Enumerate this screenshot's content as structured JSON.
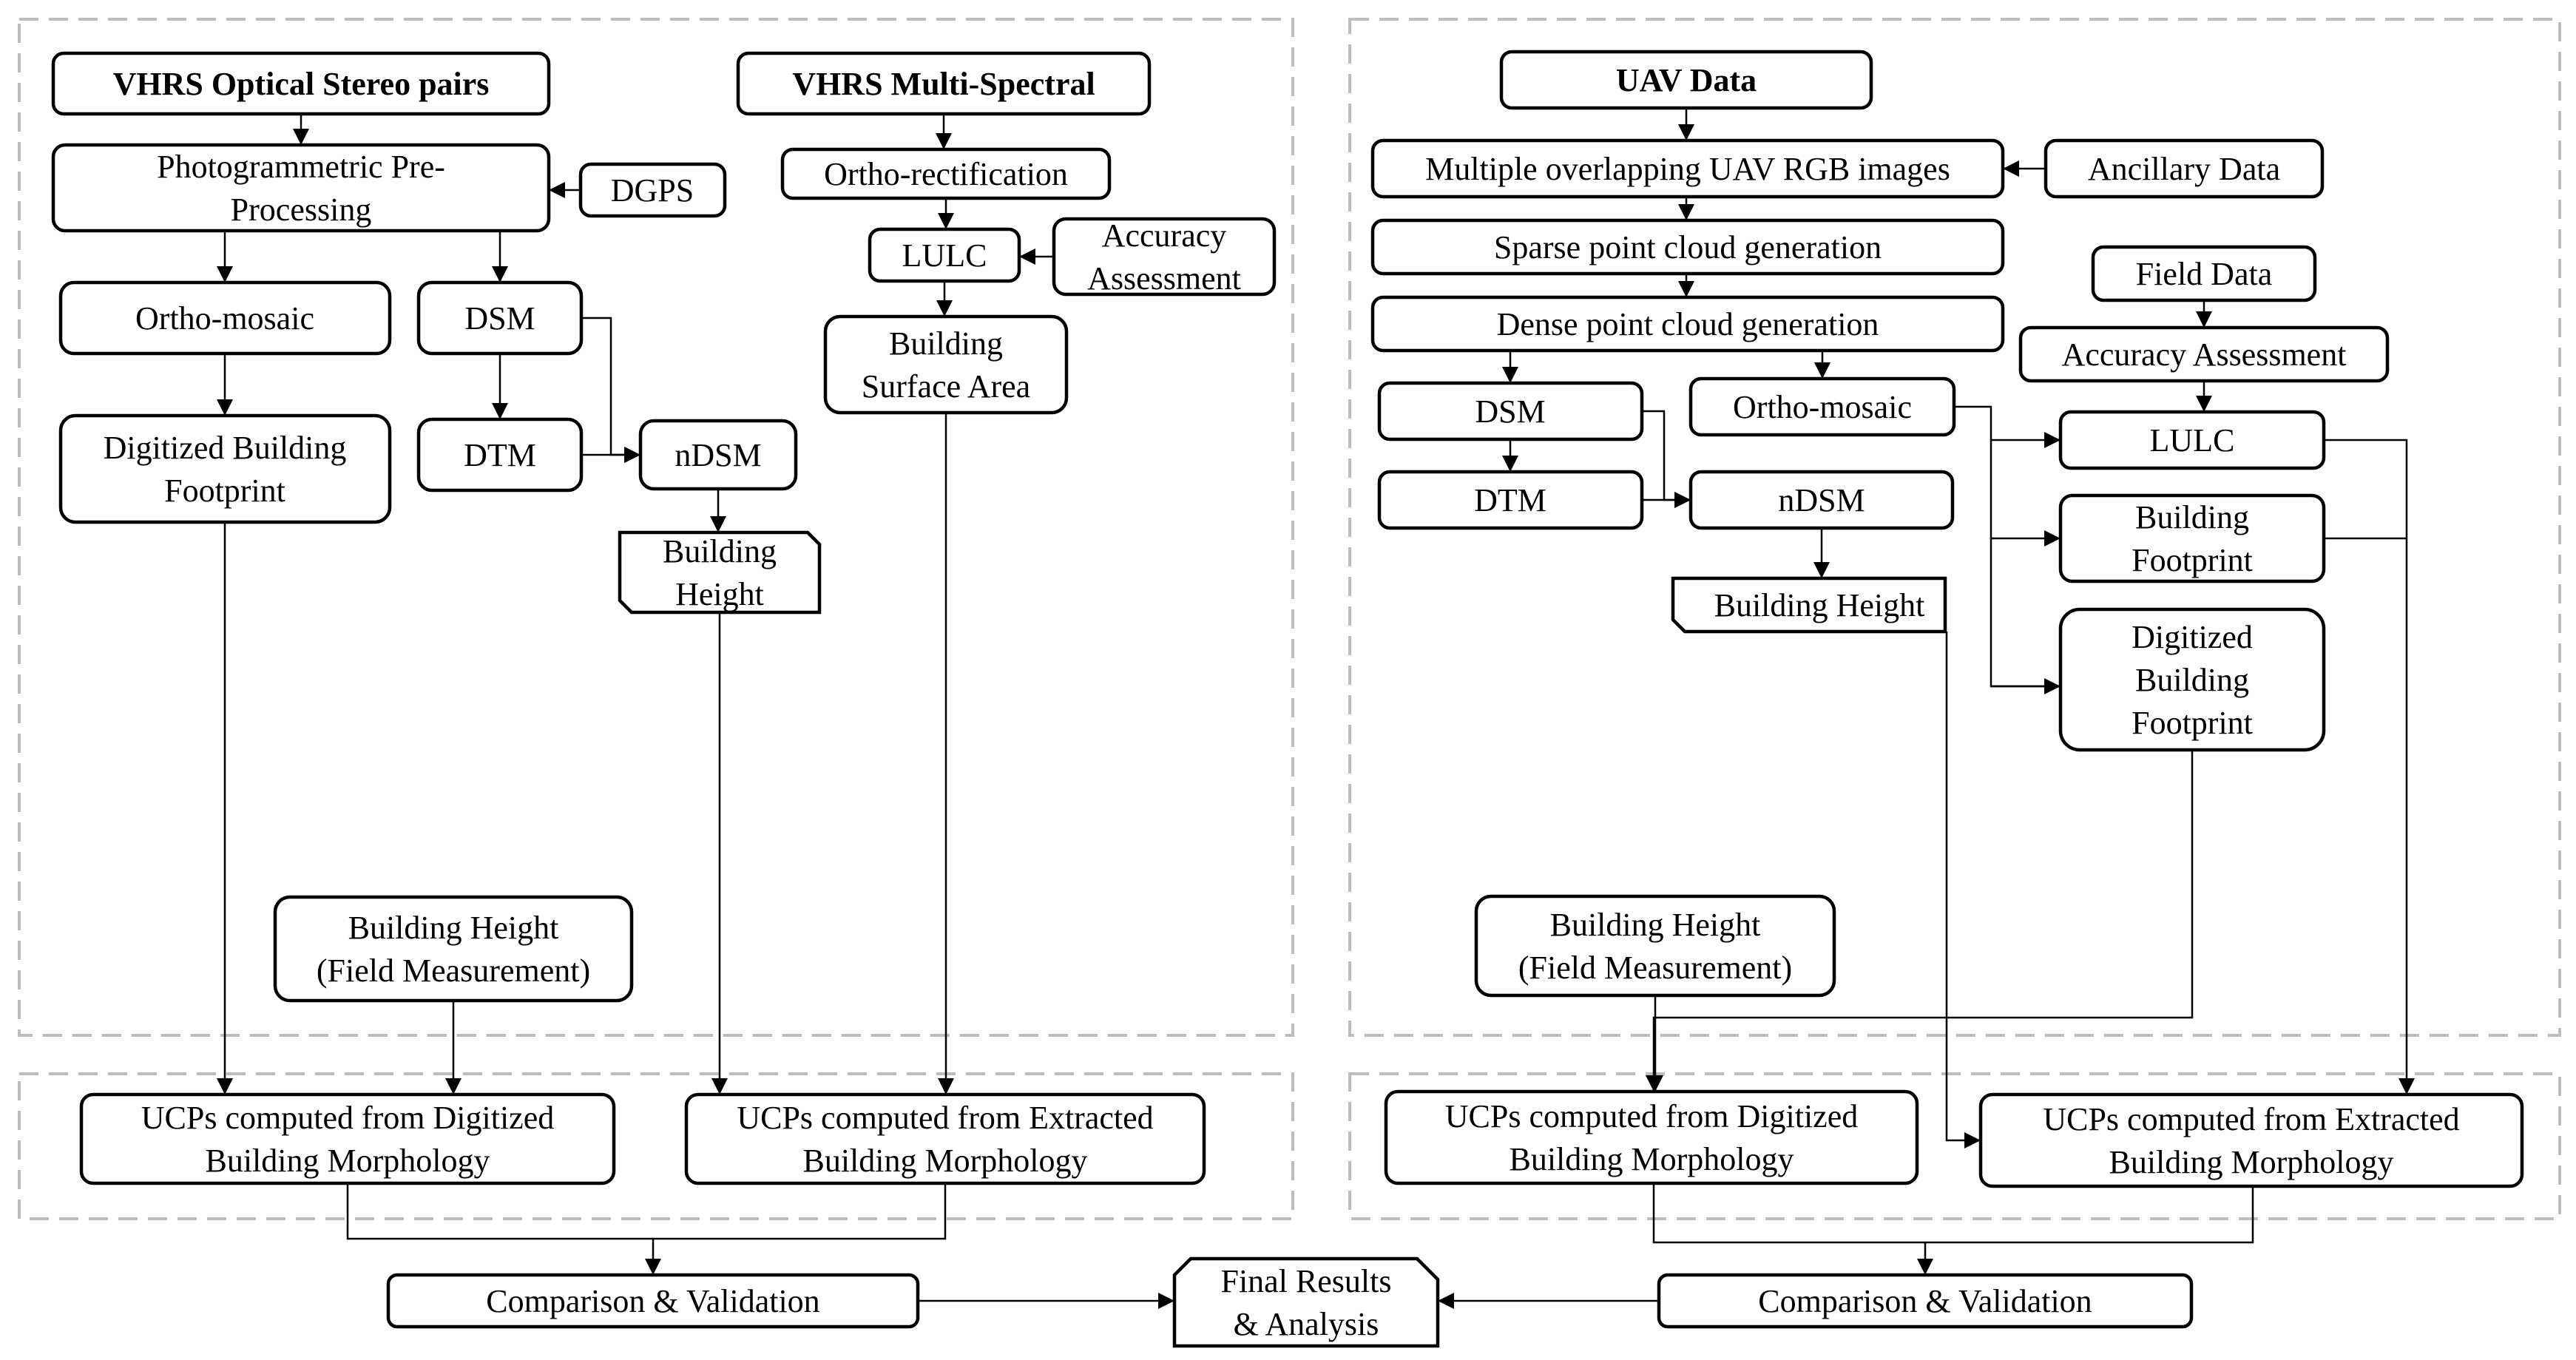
{
  "nodes": {
    "vhrs_stereo": [
      "VHRS Optical Stereo pairs"
    ],
    "photogrammetric": [
      "Photogrammetric Pre-",
      "Processing"
    ],
    "dgps": [
      "DGPS"
    ],
    "ortho_mosaic_left": [
      "Ortho-mosaic"
    ],
    "dsm_left": [
      "DSM"
    ],
    "dtm_left": [
      "DTM"
    ],
    "digitized_footprint_left": [
      "Digitized Building",
      "Footprint"
    ],
    "ndsm_left": [
      "nDSM"
    ],
    "building_height_left": [
      "Building",
      "Height"
    ],
    "vhrs_ms": [
      "VHRS Multi-Spectral"
    ],
    "ortho_rect": [
      "Ortho-rectification"
    ],
    "lulc_left": [
      "LULC"
    ],
    "accuracy_left": [
      "Accuracy",
      "Assessment"
    ],
    "surface_area": [
      "Building",
      "Surface Area"
    ],
    "field_height_left": [
      "Building Height",
      "(Field Measurement)"
    ],
    "ucp_dig_left": [
      "UCPs computed from Digitized",
      "Building Morphology"
    ],
    "ucp_ext_left": [
      "UCPs computed from Extracted",
      "Building Morphology"
    ],
    "compare_left": [
      "Comparison & Validation"
    ],
    "final": [
      "Final Results",
      "& Analysis"
    ],
    "compare_right": [
      "Comparison & Validation"
    ],
    "uav_data": [
      "UAV Data"
    ],
    "uav_images": [
      "Multiple overlapping UAV RGB images"
    ],
    "ancillary": [
      "Ancillary Data"
    ],
    "sparse": [
      "Sparse point cloud generation"
    ],
    "dense": [
      "Dense point cloud generation"
    ],
    "field_data": [
      "Field Data"
    ],
    "accuracy_right": [
      "Accuracy Assessment"
    ],
    "dsm_right": [
      "DSM"
    ],
    "ortho_mosaic_right": [
      "Ortho-mosaic"
    ],
    "lulc_right": [
      "LULC"
    ],
    "dtm_right": [
      "DTM"
    ],
    "ndsm_right": [
      "nDSM"
    ],
    "building_footprint_right": [
      "Building",
      "Footprint"
    ],
    "building_height_right": [
      "Building Height"
    ],
    "digitized_footprint_right": [
      "Digitized",
      "Building",
      "Footprint"
    ],
    "field_height_right": [
      "Building Height",
      "(Field Measurement)"
    ],
    "ucp_dig_right": [
      "UCPs computed from Digitized",
      "Building Morphology"
    ],
    "ucp_ext_right": [
      "UCPs computed from Extracted",
      "Building Morphology"
    ]
  }
}
